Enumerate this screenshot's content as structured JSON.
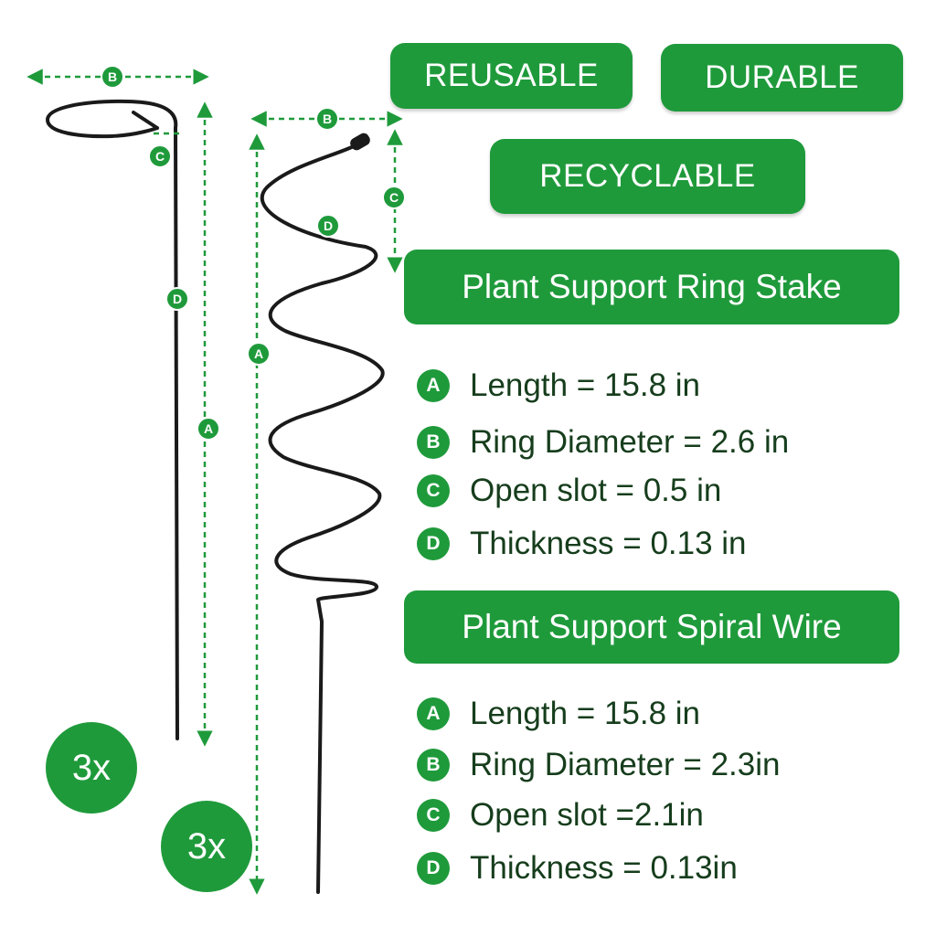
{
  "tags": {
    "reusable": "REUSABLE",
    "durable": "DURABLE",
    "recyclable": "RECYCLABLE"
  },
  "ring_stake": {
    "title": "Plant Support Ring Stake",
    "specs": [
      {
        "letter": "A",
        "text": "Length = 15.8 in"
      },
      {
        "letter": "B",
        "text": "Ring Diameter = 2.6 in"
      },
      {
        "letter": "C",
        "text": "Open slot = 0.5 in"
      },
      {
        "letter": "D",
        "text": "Thickness = 0.13 in"
      }
    ],
    "quantity": "3x"
  },
  "spiral_wire": {
    "title": "Plant Support Spiral Wire",
    "specs": [
      {
        "letter": "A",
        "text": "Length = 15.8 in"
      },
      {
        "letter": "B",
        "text": "Ring Diameter = 2.3in"
      },
      {
        "letter": "C",
        "text": "Open slot =2.1in"
      },
      {
        "letter": "D",
        "text": "Thickness = 0.13in"
      }
    ],
    "quantity": "3x"
  },
  "dimension_labels": {
    "a": "A",
    "b": "B",
    "c": "C",
    "d": "D"
  },
  "colors": {
    "accent": "#1f9a3b",
    "wire": "#1a1a1a",
    "text": "#163d1c"
  }
}
